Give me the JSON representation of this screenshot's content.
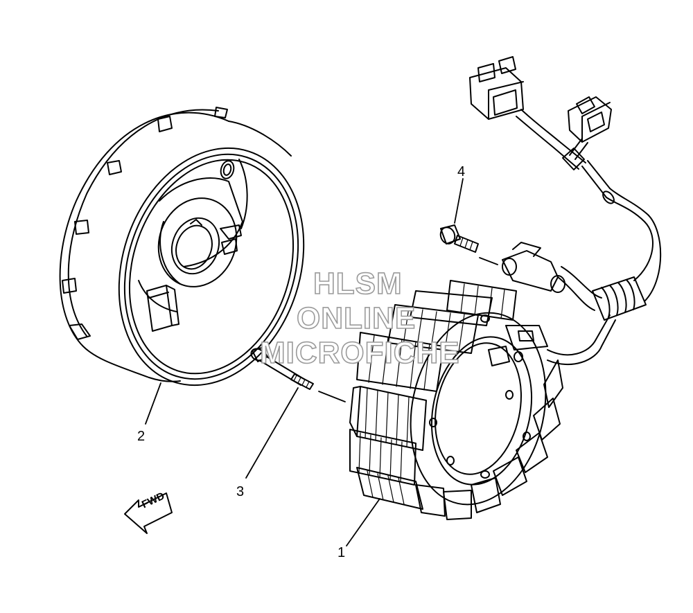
{
  "callouts": {
    "p1": "1",
    "p2": "2",
    "p3": "3",
    "p4": "4"
  },
  "fwd_marker": "FWD",
  "watermark": {
    "line1": "HLSM",
    "line2": "ONLINE",
    "line3": "MICROFICHE"
  },
  "colors": {
    "line": "#000000",
    "watermark_stroke": "#9a9a9a",
    "background": "#ffffff"
  },
  "icons": [
    "fwd-arrow-icon"
  ]
}
